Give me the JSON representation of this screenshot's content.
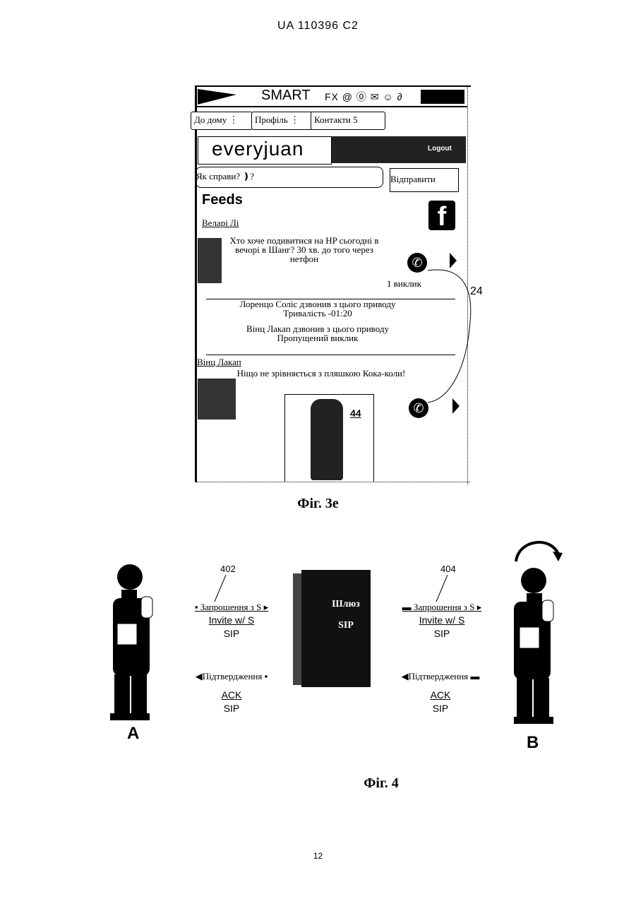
{
  "header": {
    "patent_id": "UA   110396   C2"
  },
  "fig3e": {
    "caption": "Фіг. 3е",
    "app_title": "SMART",
    "status_icons": "FX @ ⓪ ✉ ☺ ∂",
    "nav": [
      "До дому",
      "Профіль",
      "Контакти"
    ],
    "nav_note": "5",
    "logo": "everyjuan",
    "logout_label": "Logout",
    "status_input": "Як справи?",
    "send_label": "Відправити",
    "feeds_label": "Feeds",
    "facebook_icon_text": "f",
    "feed1": {
      "user": "Веларі Лі",
      "text": "Хто хоче подивитися на HP сьогодні в вечорі в Шанг? 30 хв. до того через нетфон",
      "calls": "1 виклик"
    },
    "label_24": "24",
    "activity": [
      {
        "line1": "Лоренцо Соліс дзвонив з цього приводу",
        "line2": "Тривалість -01:20"
      },
      {
        "line1": "Вінц Лакап дзвонив з цього приводу",
        "line2": "Пропущений виклик"
      }
    ],
    "feed2": {
      "user": "Вінц Лакап",
      "text": "Ніщо не зрівняється з пляшкою Кока-коли!"
    },
    "ad_label": "44"
  },
  "fig4": {
    "caption": "Фіг. 4",
    "gateway_line1": "Шлюз",
    "gateway_line2": "SIP",
    "left": {
      "ref": "402",
      "invite_uk": "Запрошення з S",
      "invite_en": "Invite w/ S",
      "invite_proto": "SIP",
      "ack_uk": "Підтвердження",
      "ack_en": "ACK",
      "ack_proto": "SIP"
    },
    "right": {
      "ref": "404",
      "invite_uk": "Запрошення з S",
      "invite_en": "Invite w/ S",
      "invite_proto": "SIP",
      "ack_uk": "Підтвердження",
      "ack_en": "ACK",
      "ack_proto": "SIP"
    },
    "party_a": "A",
    "party_b": "B"
  },
  "page_number": "12"
}
